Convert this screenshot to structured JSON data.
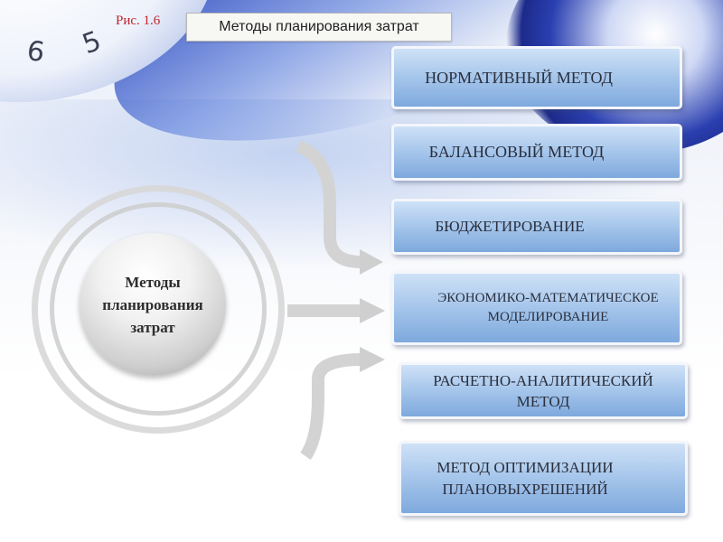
{
  "caption": {
    "figure_label": "Рис. 1.6",
    "title": "Методы планирования затрат"
  },
  "center": {
    "label": "Методы\nпланирования\nзатрат"
  },
  "clock_numbers": [
    "6",
    "5"
  ],
  "methods": [
    "НОРМАТИВНЫЙ МЕТОД",
    "БАЛАНСОВЫЙ МЕТОД",
    "БЮДЖЕТИРОВАНИЕ",
    "ЭКОНОМИКО-МАТЕМАТИЧЕСКОЕ\nМОДЕЛИРОВАНИЕ",
    "РАСЧЕТНО-АНАЛИТИЧЕСКИЙ\nМЕТОД",
    "МЕТОД  ОПТИМИЗАЦИИ\nПЛАНОВЫХРЕШЕНИЙ"
  ],
  "colors": {
    "box_top": "#cfe2f7",
    "box_bottom": "#7ea9dd",
    "caption_fig": "#c0242a",
    "connector": "#d3d3d3"
  }
}
